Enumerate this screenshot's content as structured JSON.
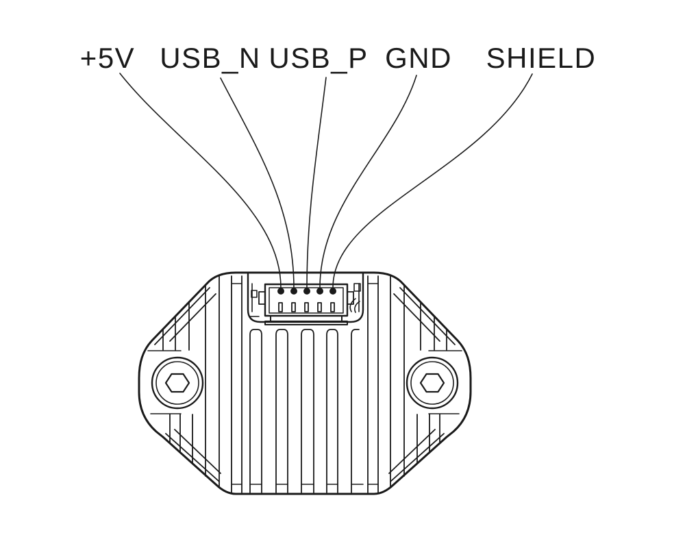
{
  "pinout": {
    "pins": [
      {
        "label": "+5V"
      },
      {
        "label": "USB_N"
      },
      {
        "label": "USB_P"
      },
      {
        "label": "GND"
      },
      {
        "label": "SHIELD"
      }
    ],
    "connector": {
      "pin_count": "5"
    },
    "colors": {
      "line": "#1a1a1a",
      "background": "#ffffff"
    }
  }
}
